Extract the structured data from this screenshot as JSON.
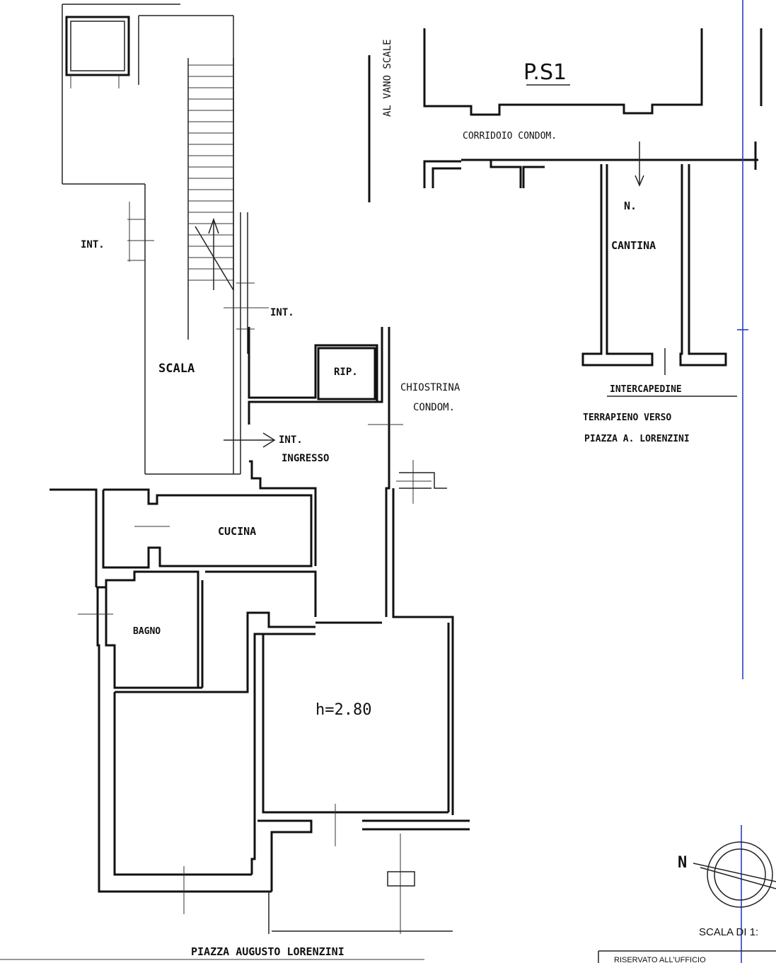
{
  "plan": {
    "level_label": "P.S1",
    "stair_shaft_label": "AL VANO SCALE",
    "rooms": {
      "scala": "SCALA",
      "rip": "RIP.",
      "ingresso": "INGRESSO",
      "cucina": "CUCINA",
      "bagno": "BAGNO",
      "cantina_number": "N.",
      "cantina": "CANTINA"
    },
    "annotations": {
      "int_1": "INT.",
      "int_2": "INT.",
      "int_3": "INT.",
      "chiostrina_line1": "CHIOSTRINA",
      "chiostrina_line2": "CONDOM.",
      "corridoio": "CORRIDOIO   CONDOM.",
      "intercapedine": "INTERCAPEDINE",
      "terrapieno_line1": "TERRAPIENO VERSO",
      "terrapieno_line2": "PIAZZA  A. LORENZINI",
      "height": "h=2.80",
      "street": "PIAZZA  AUGUSTO  LORENZINI"
    },
    "footer": {
      "scale": "SCALA DI 1:",
      "reserved": "RISERVATO ALL'UFFICIO"
    },
    "north_label": "N"
  }
}
